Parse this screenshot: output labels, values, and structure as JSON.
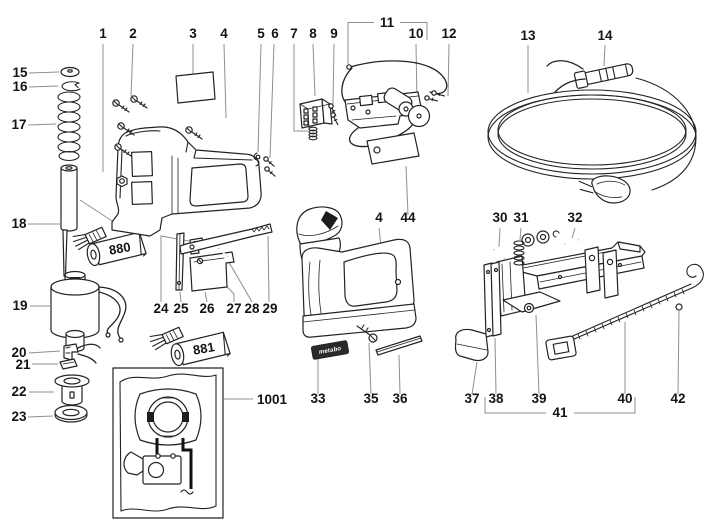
{
  "diagram": {
    "kind": "exploded-parts-diagram",
    "colors": {
      "background": "#ffffff",
      "line": "#232323",
      "leader": "#8f8f8f",
      "label_text": "#141414",
      "sticker_fill": "#2a2a2a",
      "sticker_text": "#ffffff"
    },
    "brand_sticker": "metabo",
    "callouts": {
      "n1": "1",
      "n2": "2",
      "n3": "3",
      "n4": "4",
      "n5": "5",
      "n6": "6",
      "n7": "7",
      "n8": "8",
      "n9": "9",
      "n10": "10",
      "n11": "11",
      "n12": "12",
      "n13": "13",
      "n14": "14",
      "n15": "15",
      "n16": "16",
      "n17": "17",
      "n18": "18",
      "n19": "19",
      "n20": "20",
      "n21": "21",
      "n22": "22",
      "n23": "23",
      "n24": "24",
      "n25": "25",
      "n26": "26",
      "n27": "27",
      "n28": "28",
      "n29": "29",
      "n30": "30",
      "n31": "31",
      "n32": "32",
      "n33": "33",
      "n35": "35",
      "n36": "36",
      "n37": "37",
      "n38": "38",
      "n39": "39",
      "n40": "40",
      "n41": "41",
      "n42": "42",
      "n44": "44",
      "n880": "880",
      "n881": "881",
      "n1001": "1001"
    }
  }
}
